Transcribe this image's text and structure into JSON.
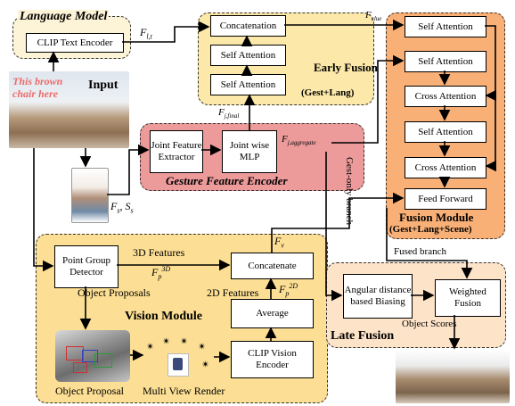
{
  "language_model": {
    "title": "Language Model",
    "clip_text_encoder": "CLIP Text Encoder",
    "f_lt": "F",
    "f_lt_sub": "l,t"
  },
  "input": {
    "title": "Input",
    "utterance": "This brown chair here",
    "fs_ss": "F",
    "fs_sub": "s",
    "ss": ", S",
    "ss_sub": "s"
  },
  "early_fusion": {
    "title": "Early Fusion",
    "subtitle": "(Gest+Lang)",
    "concatenation": "Concatenation",
    "self_attention_1": "Self Attention",
    "self_attention_2": "Self Attention",
    "f_jfinal": "F",
    "f_jfinal_sub": "j,final",
    "f_clue": "F",
    "f_clue_sub": "clue"
  },
  "gesture_encoder": {
    "title": "Gesture Feature Encoder",
    "joint_feature_extractor": "Joint Feature Extractor",
    "joint_wise_mlp": "Joint wise MLP",
    "f_jagg": "F",
    "f_jagg_sub": "j,aggregate",
    "gest_only_branch": "Gest-only branch"
  },
  "fusion_module": {
    "title": "Fusion Module",
    "subtitle": "(Gest+Lang+Scene)",
    "blocks": [
      "Self Attention",
      "Self Attention",
      "Cross Attention",
      "Self Attention",
      "Cross Attention",
      "Feed Forward"
    ]
  },
  "vision_module": {
    "title": "Vision Module",
    "point_group_detector": "Point Group Detector",
    "features_3d": "3D Features",
    "fp3d": "F",
    "fp3d_sub": "p",
    "fp3d_sup": "3D",
    "object_proposals": "Object Proposals",
    "concatenate": "Concatenate",
    "fv": "F",
    "fv_sub": "v",
    "features_2d": "2D Features",
    "fp2d": "F",
    "fp2d_sub": "p",
    "fp2d_sup": "2D",
    "average": "Average",
    "clip_vision_encoder": "CLIP Vision Encoder",
    "object_proposal_caption": "Object Proposal",
    "multi_view_caption": "Multi View Render"
  },
  "late_fusion": {
    "title": "Late Fusion",
    "fused_branch": "Fused branch",
    "angular_biasing": "Angular distance based Biasing",
    "weighted_fusion": "Weighted Fusion",
    "object_scores": "Object Scores"
  },
  "colors": {
    "language_fill": "#fdf3d6",
    "early_fusion_fill": "#fce8a8",
    "gesture_fill": "#ec9a9a",
    "fusion_fill": "#f8b077",
    "vision_fill": "#fcdf94",
    "late_fill": "#fde3c8",
    "utterance_text": "#ee6a6a"
  }
}
